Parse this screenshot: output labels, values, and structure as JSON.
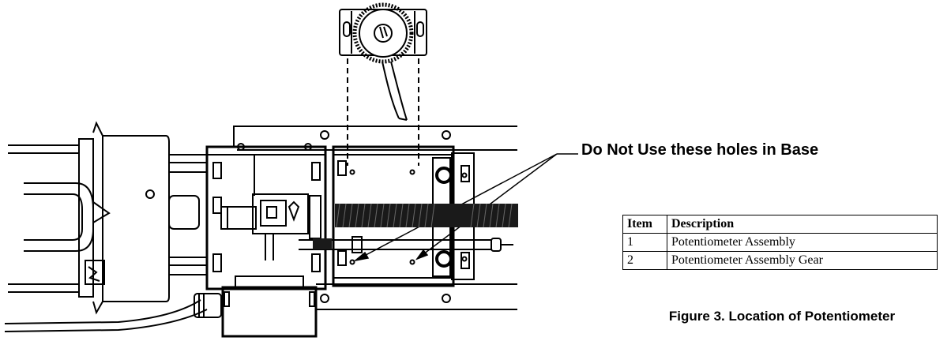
{
  "callout": {
    "text": "Do Not Use these holes in Base"
  },
  "parts_table": {
    "headers": [
      "Item",
      "Description"
    ],
    "rows": [
      [
        "1",
        "Potentiometer Assembly"
      ],
      [
        "2",
        "Potentiometer Assembly Gear"
      ]
    ]
  },
  "caption": "Figure 3. Location of Potentiometer"
}
